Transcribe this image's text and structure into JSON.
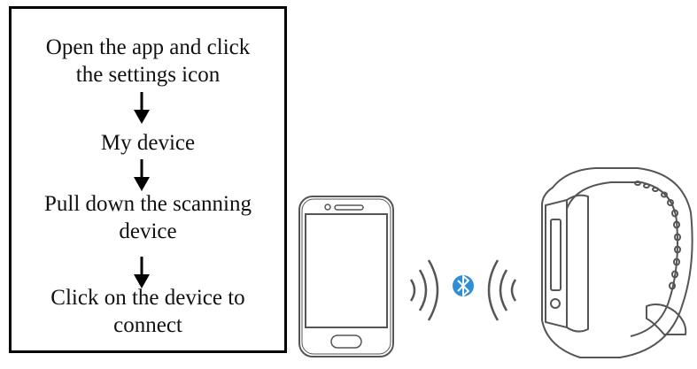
{
  "steps": [
    {
      "line1": "Open the app and click",
      "line2": "the settings icon"
    },
    {
      "line1": "My device"
    },
    {
      "line1": "Pull down the scanning",
      "line2": "device"
    },
    {
      "line1": "Click on the device to",
      "line2": "connect"
    }
  ],
  "colors": {
    "text": "#111111",
    "outline": "#555555",
    "bluetooth": "#2f8fd6"
  }
}
